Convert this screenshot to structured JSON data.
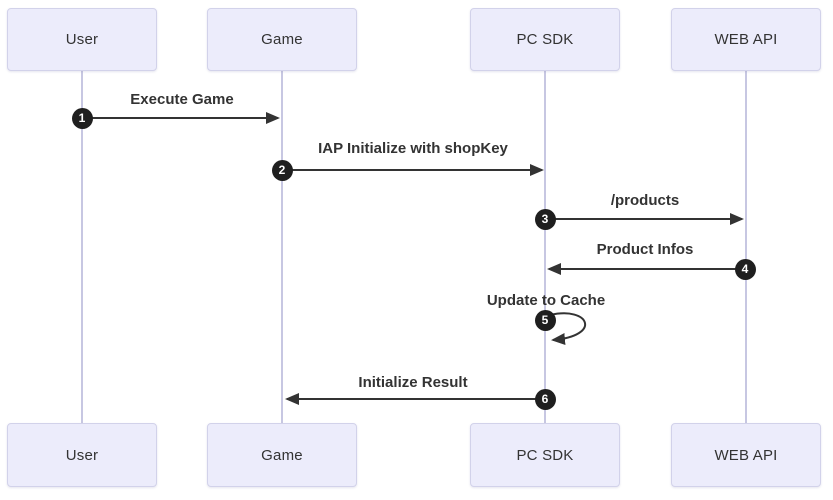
{
  "diagram": {
    "type": "sequence-diagram",
    "background": "#ffffff"
  },
  "colors": {
    "actor_fill": "#ececfb",
    "actor_border": "#d2d2ea",
    "lifeline": "#c7c7e2",
    "signal_line": "#333333",
    "label_text": "#333333",
    "sequence_number_fill": "#1f1f1f",
    "sequence_number_text": "#ffffff"
  },
  "actors": [
    {
      "id": "user",
      "label": "User"
    },
    {
      "id": "game",
      "label": "Game"
    },
    {
      "id": "pcsdk",
      "label": "PC SDK"
    },
    {
      "id": "webapi",
      "label": "WEB API"
    }
  ],
  "messages": [
    {
      "seq": "1",
      "label": "Execute Game",
      "from": "User",
      "to": "Game",
      "self": false
    },
    {
      "seq": "2",
      "label": "IAP Initialize with shopKey",
      "from": "Game",
      "to": "PC SDK",
      "self": false
    },
    {
      "seq": "3",
      "label": "/products",
      "from": "PC SDK",
      "to": "WEB API",
      "self": false
    },
    {
      "seq": "4",
      "label": "Product Infos",
      "from": "WEB API",
      "to": "PC SDK",
      "self": false
    },
    {
      "seq": "5",
      "label": "Update to Cache",
      "from": "PC SDK",
      "to": "PC SDK",
      "self": true
    },
    {
      "seq": "6",
      "label": "Initialize Result",
      "from": "PC SDK",
      "to": "Game",
      "self": false
    }
  ]
}
